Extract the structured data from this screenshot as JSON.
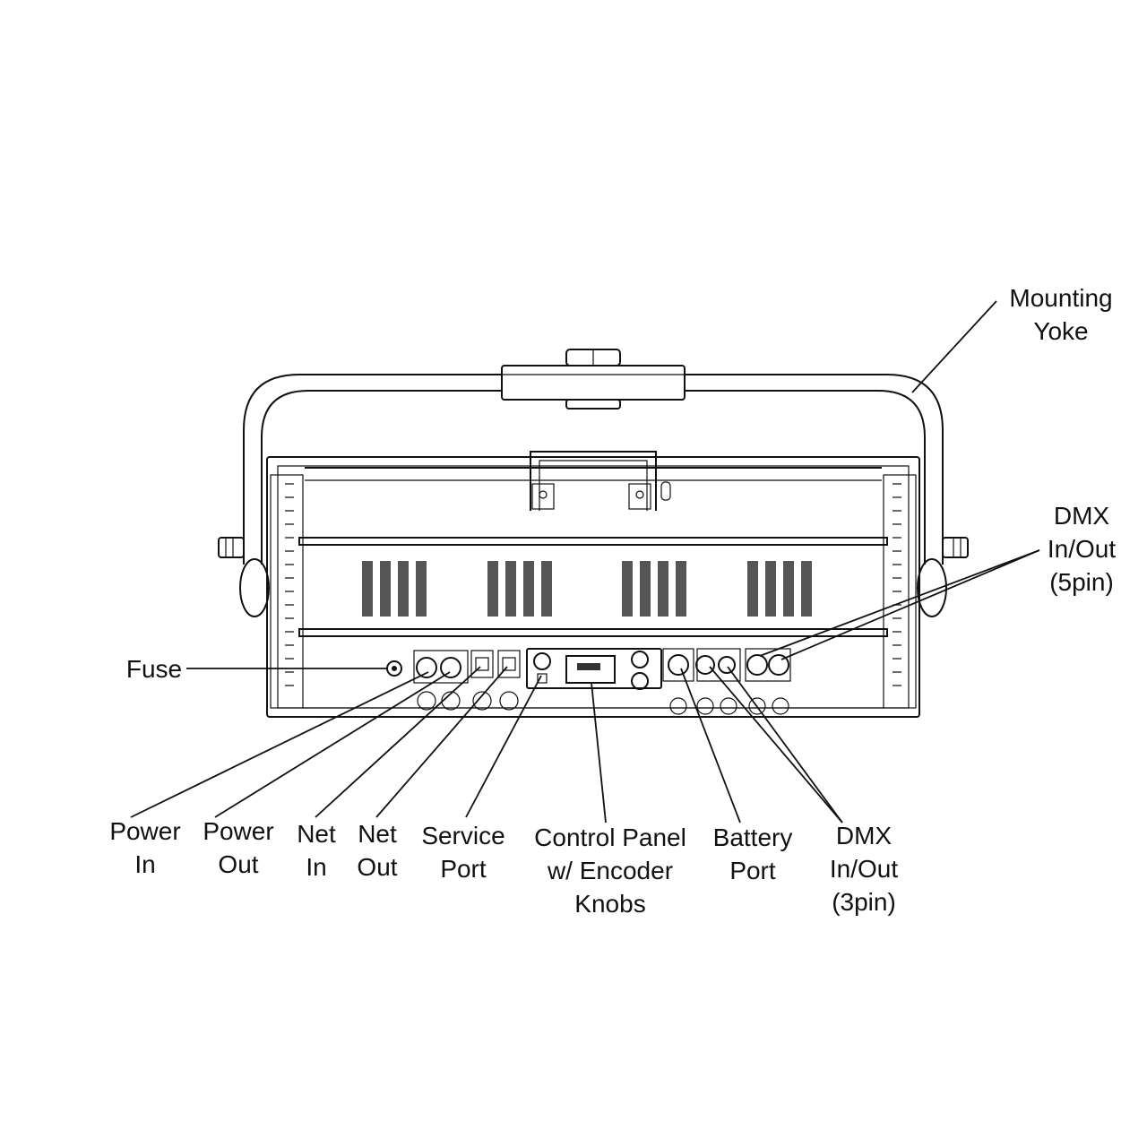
{
  "diagram": {
    "labels": {
      "mounting_yoke": [
        "Mounting",
        "Yoke"
      ],
      "dmx_5pin": [
        "DMX",
        "In/Out",
        "(5pin)"
      ],
      "fuse": [
        "Fuse"
      ],
      "power_in": [
        "Power",
        "In"
      ],
      "power_out": [
        "Power",
        "Out"
      ],
      "net_in": [
        "Net",
        "In"
      ],
      "net_out": [
        "Net",
        "Out"
      ],
      "service_port": [
        "Service",
        "Port"
      ],
      "control_panel": [
        "Control Panel",
        "w/ Encoder",
        "Knobs"
      ],
      "battery_port": [
        "Battery",
        "Port"
      ],
      "dmx_3pin": [
        "DMX",
        "In/Out",
        "(3pin)"
      ]
    },
    "colors": {
      "line": "#111111",
      "background": "#ffffff"
    }
  }
}
